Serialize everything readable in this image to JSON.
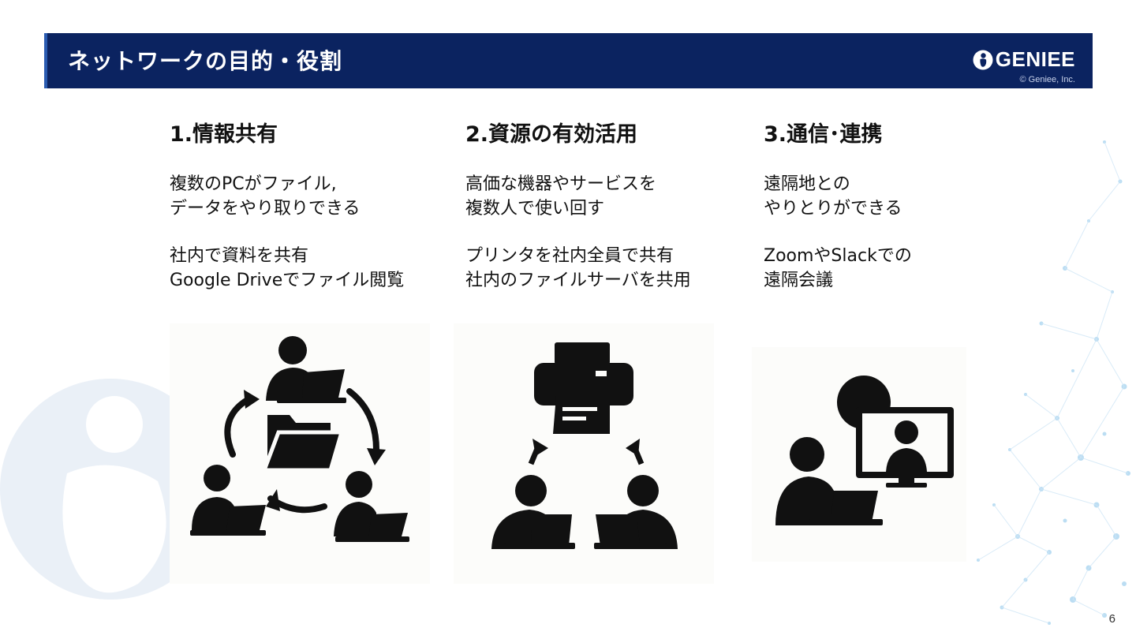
{
  "slide": {
    "title": "ネットワークの目的・役割",
    "page_number": "6"
  },
  "logo": {
    "brand": "GENIEE",
    "copyright": "© Geniee, Inc."
  },
  "columns": [
    {
      "heading": "1.情報共有",
      "description": "複数のPCがファイル,\nデータをやり取りできる",
      "examples": "社内で資料を共有\nGoogle Driveでファイル閲覧",
      "illustration": "people-sharing-files-icon"
    },
    {
      "heading": "2.資源の有効活用",
      "description": "高価な機器やサービスを\n複数人で使い回す",
      "examples": "プリンタを社内全員で共有\n社内のファイルサーバを共用",
      "illustration": "shared-printer-icon"
    },
    {
      "heading": "3.通信･連携",
      "description": "遠隔地との\nやりとりができる",
      "examples": "ZoomやSlackでの\n遠隔会議",
      "illustration": "video-conference-icon"
    }
  ],
  "colors": {
    "header_bg": "#0b2360",
    "accent": "#2a5bb0",
    "icon": "#111111"
  }
}
